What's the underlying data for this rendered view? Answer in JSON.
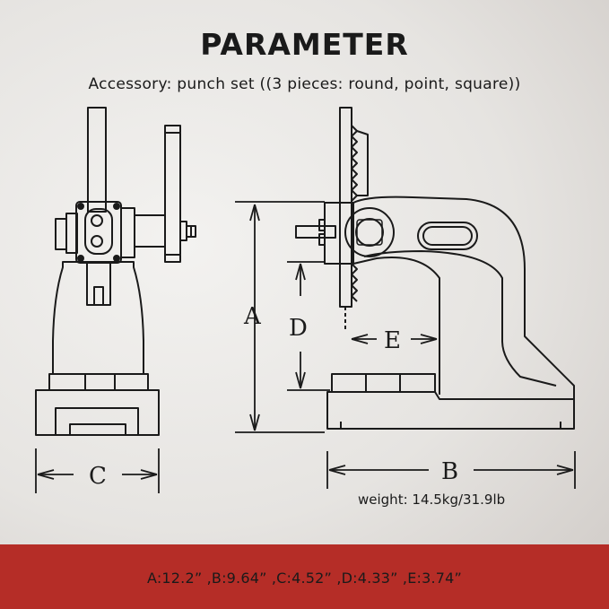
{
  "title": "PARAMETER",
  "accessory": "Accessory: punch set ((3 pieces: round, point, square))",
  "dimension_labels": {
    "A": "A",
    "B": "B",
    "C": "C",
    "D": "D",
    "E": "E"
  },
  "weight": "weight: 14.5kg/31.9lb",
  "specs": "A:12.2” ,B:9.64” ,C:4.52” ,D:4.33” ,E:3.74”",
  "colors": {
    "footer": "#b52d27",
    "line": "#1a1a1a",
    "background": "#e6e4e1"
  }
}
